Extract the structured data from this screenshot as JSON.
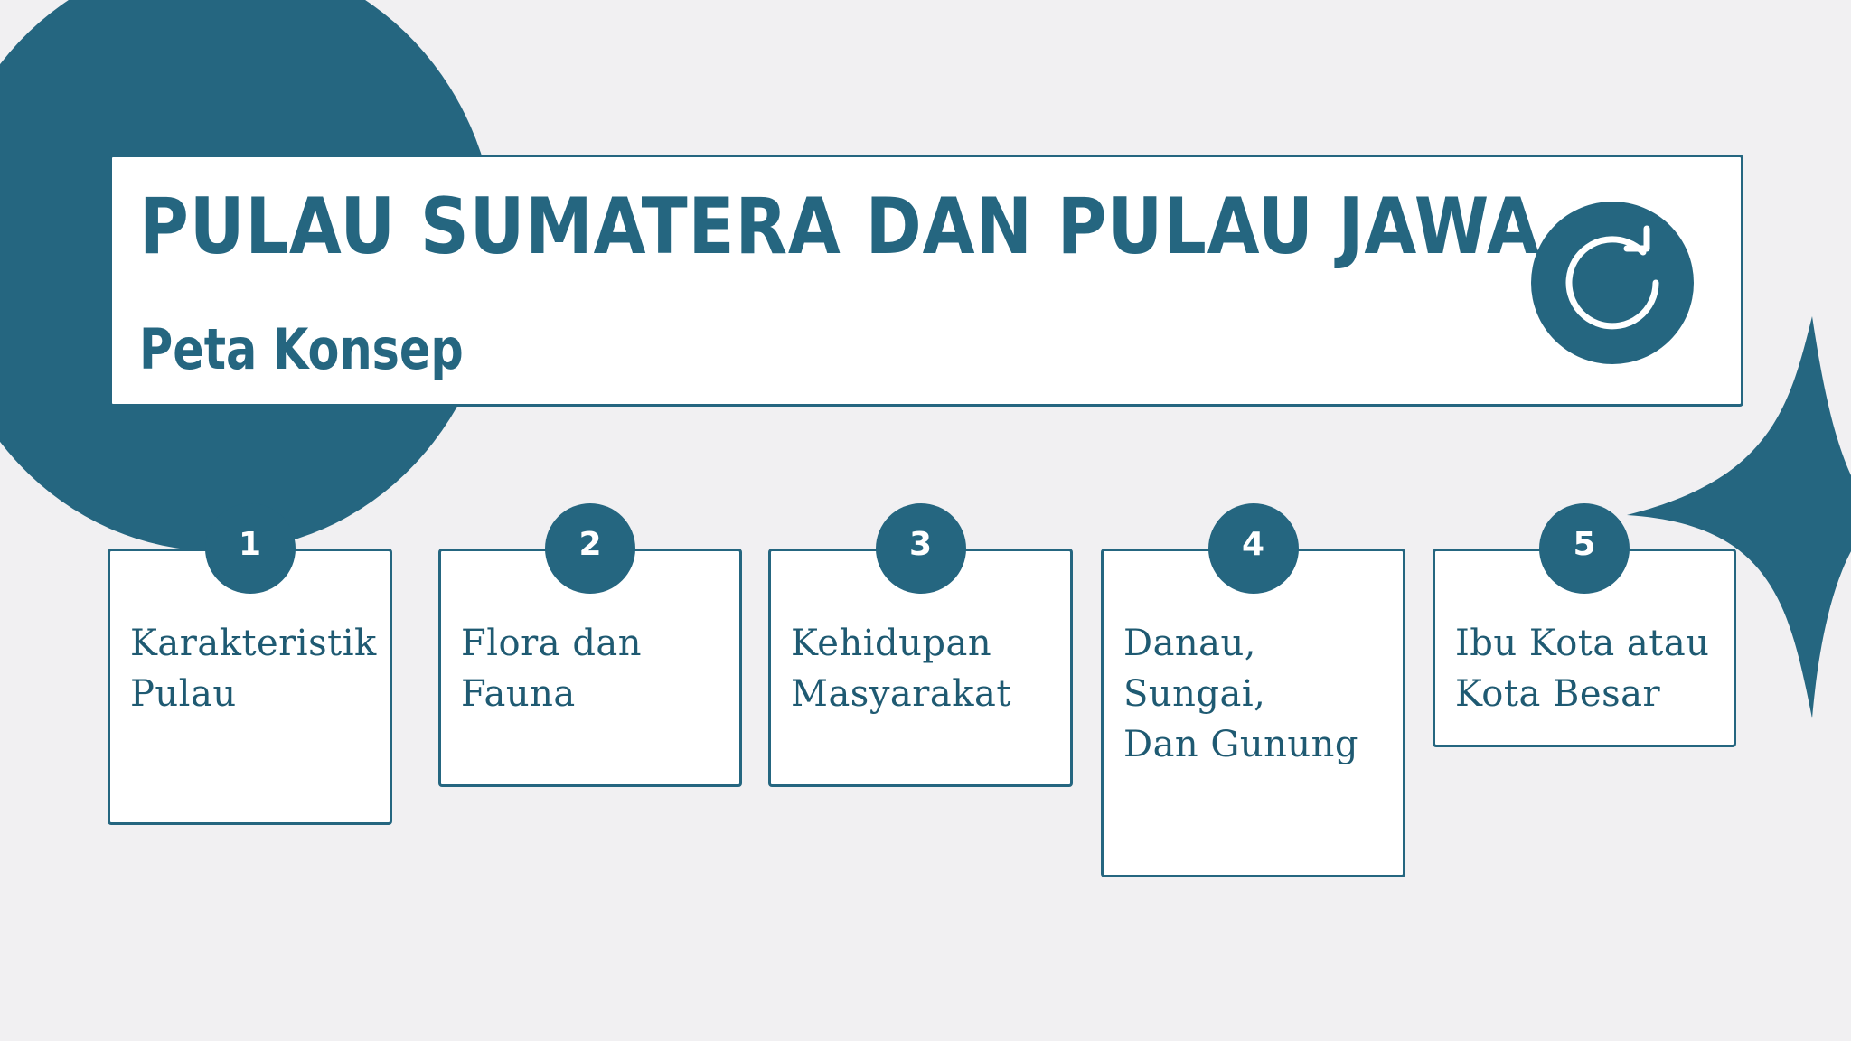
{
  "header": {
    "title": "PULAU SUMATERA DAN PULAU JAWA",
    "subtitle": "Peta Konsep",
    "refresh_icon": "refresh-icon"
  },
  "cards": [
    {
      "number": "1",
      "label": "Karakteristik\nPulau"
    },
    {
      "number": "2",
      "label": "Flora dan\nFauna"
    },
    {
      "number": "3",
      "label": "Kehidupan\nMasyarakat"
    },
    {
      "number": "4",
      "label": "Danau,\nSungai,\nDan Gunung"
    },
    {
      "number": "5",
      "label": "Ibu Kota atau\nKota Besar"
    }
  ],
  "colors": {
    "accent": "#256680",
    "background": "#f1f0f2",
    "card": "#ffffff"
  }
}
